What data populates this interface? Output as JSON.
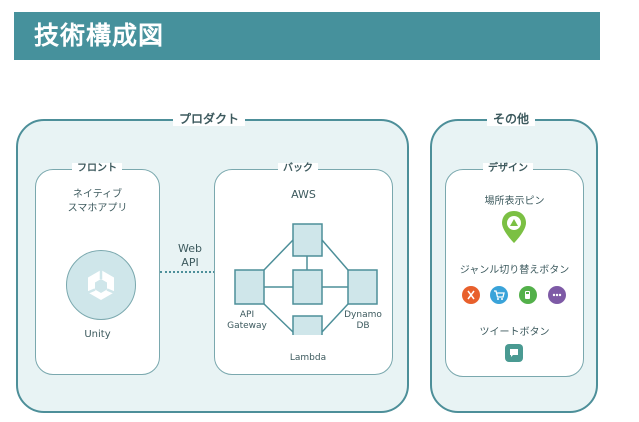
{
  "title": "技術構成図",
  "product": {
    "label": "プロダクト",
    "front": {
      "label": "フロント",
      "app_line1": "ネイティブ",
      "app_line2": "スマホアプリ",
      "engine": "Unity"
    },
    "link": {
      "line1": "Web",
      "line2": "API"
    },
    "back": {
      "label": "バック",
      "platform": "AWS",
      "gateway_line1": "API",
      "gateway_line2": "Gateway",
      "lambda": "Lambda",
      "db_line1": "Dynamo",
      "db_line2": "DB"
    }
  },
  "other": {
    "label": "その他",
    "design": {
      "label": "デザイン",
      "pin_title": "場所表示ピン",
      "genre_title": "ジャンル切り替えボタン",
      "tweet_title": "ツイートボタン"
    }
  },
  "colors": {
    "title_bar": "#46919c",
    "panel_fill": "#e8f3f4",
    "panel_border": "#4d8f99",
    "node_fill": "#cfe6ea",
    "pin_green": "#7bc043",
    "genre_food": "#e8602c",
    "genre_shop": "#3aa3d9",
    "genre_fuel": "#53b04a",
    "genre_more": "#7e5aa6",
    "tweet": "#4a9a92"
  },
  "icons": {
    "unity": "unity-logo-icon",
    "pin": "map-pin-icon",
    "food": "fork-knife-icon",
    "shop": "shopping-cart-icon",
    "fuel": "gas-pump-icon",
    "more": "more-dots-icon",
    "tweet": "speech-bubble-icon"
  }
}
